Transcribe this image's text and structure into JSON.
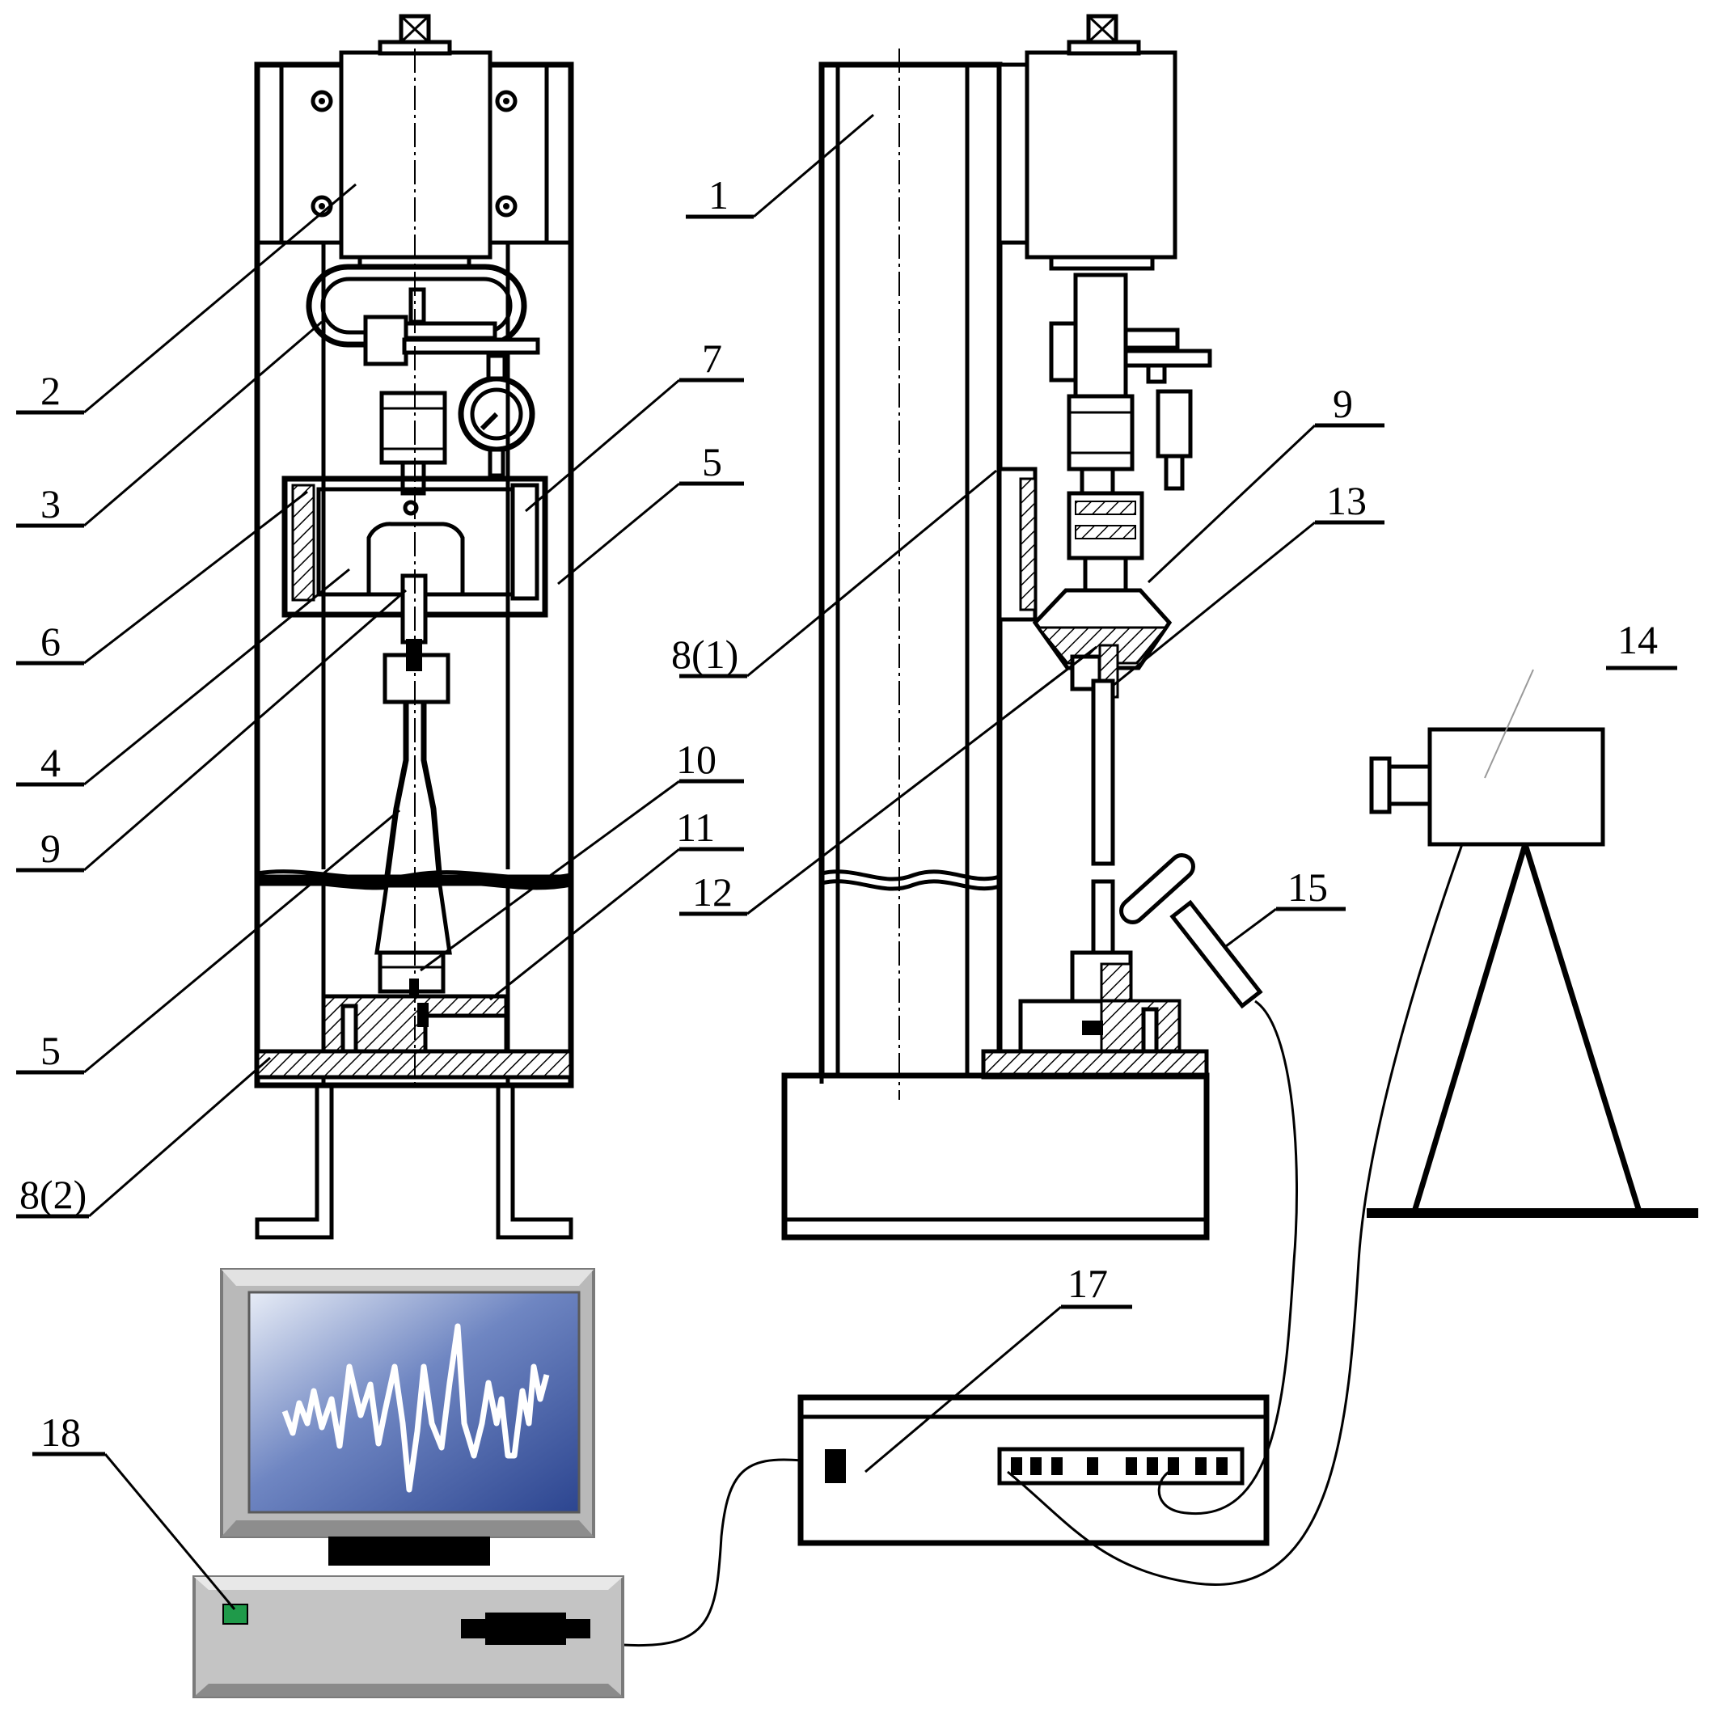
{
  "labels": {
    "l1": "1",
    "l2": "2",
    "l3": "3",
    "l4": "4",
    "l5a": "5",
    "l5b": "5",
    "l6": "6",
    "l7": "7",
    "l8_1": "8(1)",
    "l8_2": "8(2)",
    "l9a": "9",
    "l9b": "9",
    "l10": "10",
    "l11": "11",
    "l12": "12",
    "l13": "13",
    "l14": "14",
    "l15": "15",
    "l17": "17",
    "l18": "18"
  },
  "colors": {
    "screen_dark": "#2c4590",
    "screen_light": "#e7ecf6",
    "bezel": "#b9b9b9",
    "case": "#c4c4c4",
    "indicator": "#1f9a4a"
  }
}
